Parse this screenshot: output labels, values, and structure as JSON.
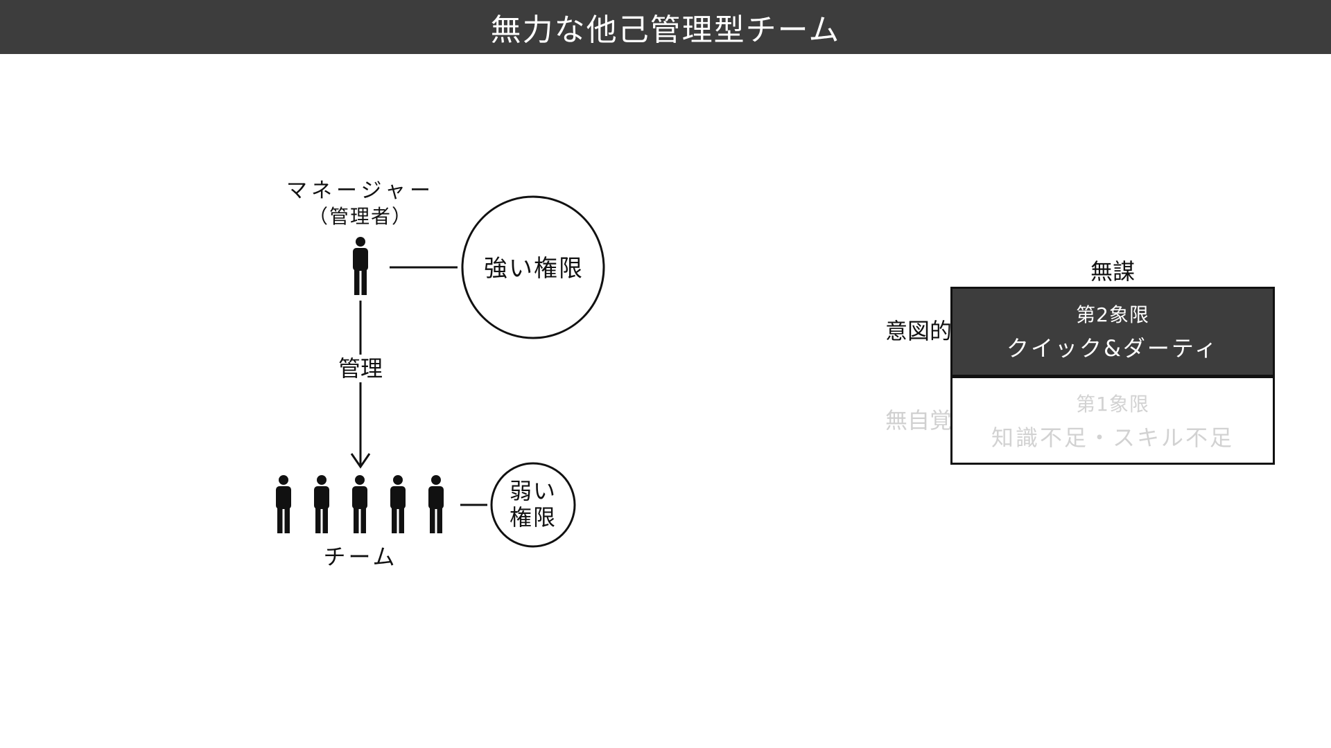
{
  "header": {
    "title": "無力な他己管理型チーム"
  },
  "diagram": {
    "manager_label": "マネージャー",
    "manager_sub_label": "（管理者）",
    "manage_label": "管理",
    "team_label": "チーム",
    "strong_authority": "強い権限",
    "weak_authority_line1": "弱い",
    "weak_authority_line2": "権限",
    "team_member_count": 5
  },
  "quadrant": {
    "top_axis_label": "無謀",
    "left_axis_top_label": "意図的",
    "left_axis_bottom_label": "無自覚",
    "upper_cell": {
      "title": "第2象限",
      "body": "クイック&ダーティ"
    },
    "lower_cell": {
      "title": "第1象限",
      "body": "知識不足・スキル不足"
    },
    "colors": {
      "dark_fill": "#3d3d3d",
      "faded_text": "#d2d2d2"
    }
  }
}
